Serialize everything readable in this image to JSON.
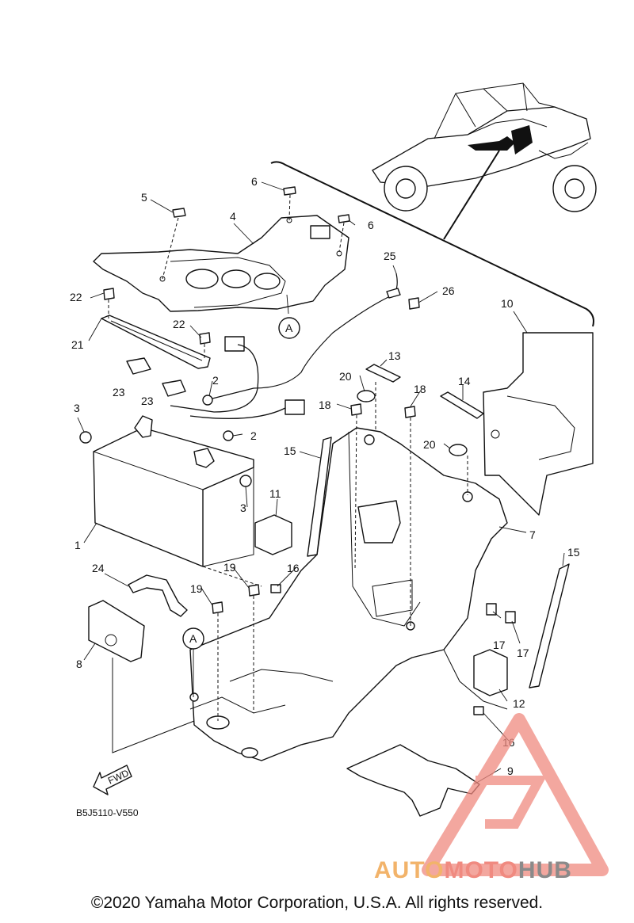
{
  "diagram": {
    "reference_code": "B5J5110-V550",
    "fwd_label": "FWD",
    "view_marker": "A",
    "callouts": [
      "1",
      "2",
      "3",
      "4",
      "5",
      "6",
      "7",
      "8",
      "9",
      "10",
      "11",
      "12",
      "13",
      "14",
      "15",
      "16",
      "17",
      "18",
      "19",
      "20",
      "21",
      "22",
      "23",
      "24",
      "25",
      "26"
    ]
  },
  "watermark": {
    "brand_part1": "AUTO",
    "brand_part2": "MOTO",
    "brand_part3": "HUB",
    "colors": {
      "orange": "#f2b36a",
      "red": "#f08a80",
      "gray": "#8a8a8a"
    }
  },
  "footer": {
    "copyright": "©2020 Yamaha Motor Corporation, U.S.A. All rights reserved."
  }
}
